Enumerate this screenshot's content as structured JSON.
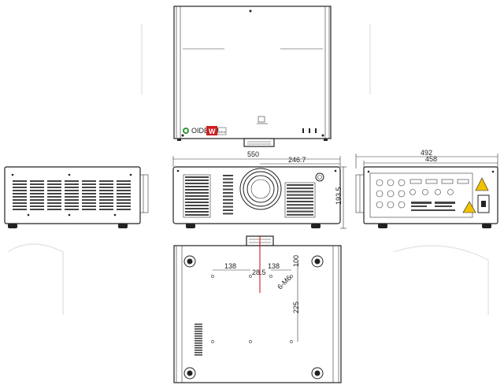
{
  "dimensions": {
    "width_overall": "550",
    "lens_offset": "246.7",
    "height": "193.5",
    "depth_overall": "492",
    "depth_body": "458",
    "mount_spacing_left": "138",
    "mount_spacing_right": "138",
    "lens_center": "28.5",
    "mount_front_offset": "100",
    "mount_depth": "225",
    "mount_screw": "6-M6"
  },
  "labels": {
    "logo_text": "OIDEVU",
    "badge_text": "NEW"
  },
  "colors": {
    "line": "#222222",
    "centerline": "#d40000",
    "warning": "#f2c200",
    "logo_green": "#2e9a3a",
    "logo_red": "#cc2020"
  }
}
